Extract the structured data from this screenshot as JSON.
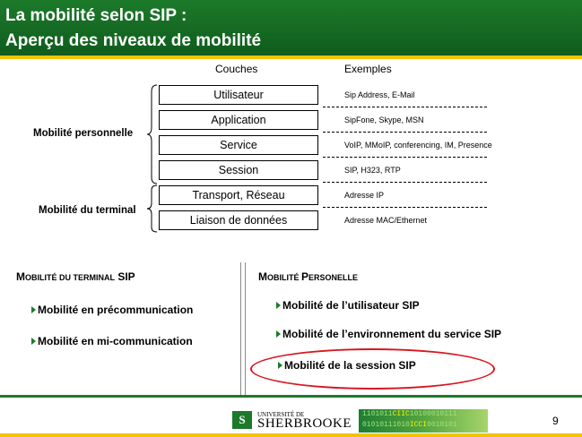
{
  "title": {
    "line1": "La mobilité selon SIP :",
    "line2": "Aperçu des niveaux de mobilité"
  },
  "table": {
    "col_layers": "Couches",
    "col_examples": "Exemples",
    "layers": [
      {
        "name": "Utilisateur",
        "example": "Sip Address, E-Mail"
      },
      {
        "name": "Application",
        "example": "SipFone, Skype, MSN"
      },
      {
        "name": "Service",
        "example": "VoIP, MMoIP, conferencing, IM, Presence"
      },
      {
        "name": "Session",
        "example": "SIP, H323, RTP"
      },
      {
        "name": "Transport, Réseau",
        "example": "Adresse IP"
      },
      {
        "name": "Liaison de données",
        "example": "Adresse MAC/Ethernet"
      }
    ],
    "group_personal": "Mobilité personnelle",
    "group_terminal": "Mobilité du terminal"
  },
  "left_section": {
    "heading_cap": "M",
    "heading_small": "OBILITÉ DU TERMINAL",
    "heading_tail": " SIP",
    "items": [
      "Mobilité en précommunication",
      "Mobilité en mi-communication"
    ]
  },
  "right_section": {
    "heading_cap1": "M",
    "heading_small1": "OBILITÉ ",
    "heading_cap2": "P",
    "heading_small2": "ERSONELLE",
    "items": [
      "Mobilité de l’utilisateur SIP",
      "Mobilité de l’environnement du service SIP",
      "Mobilité de la session SIP"
    ]
  },
  "footer": {
    "logo_glyph": "S",
    "univ_small": "UNIVERSITÉ DE",
    "univ_big": "SHERBROOKE",
    "binary_line1_a": "1101011",
    "binary_line1_hl": "CIIC",
    "binary_line1_b": "10100010111",
    "binary_line2_a": "01010111010",
    "binary_line2_hl": "ICCI",
    "binary_line2_b": "0010101",
    "page_number": "9"
  },
  "colors": {
    "brand_green": "#1c7a2a",
    "accent_yellow": "#f3c300",
    "highlight_red": "#d8161e"
  }
}
